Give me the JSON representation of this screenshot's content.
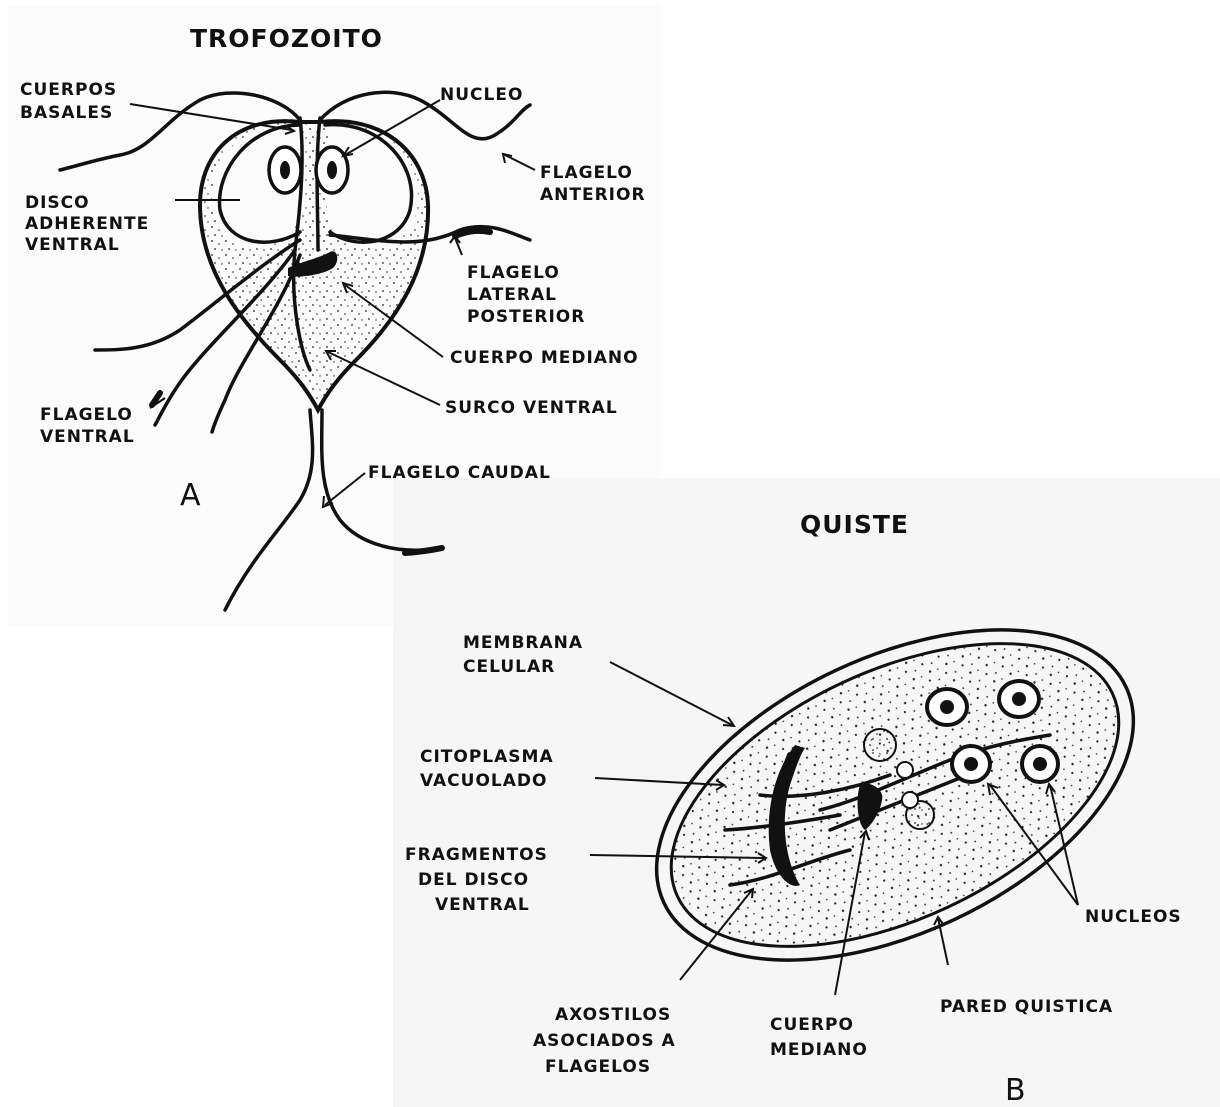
{
  "panel_a": {
    "title": "TROFOZOITO",
    "letter": "A",
    "labels": {
      "cuerpos_basales": [
        "CUERPOS",
        "BASALES"
      ],
      "nucleo": "NUCLEO",
      "flagelo_anterior": [
        "FLAGELO",
        "ANTERIOR"
      ],
      "disco_adherente": [
        "DISCO",
        "ADHERENTE",
        "VENTRAL"
      ],
      "flagelo_lateral": [
        "FLAGELO",
        "LATERAL",
        "POSTERIOR"
      ],
      "cuerpo_mediano": "CUERPO MEDIANO",
      "surco_ventral": "SURCO VENTRAL",
      "flagelo_ventral": [
        "FLAGELO",
        "VENTRAL"
      ],
      "flagelo_caudal": "FLAGELO CAUDAL"
    }
  },
  "panel_b": {
    "title": "QUISTE",
    "letter": "B",
    "labels": {
      "membrana_celular": [
        "MEMBRANA",
        "CELULAR"
      ],
      "citoplasma": [
        "CITOPLASMA",
        "VACUOLADO"
      ],
      "fragmentos": [
        "FRAGMENTOS",
        "DEL DISCO",
        "VENTRAL"
      ],
      "axostilos": [
        "AXOSTILOS",
        "ASOCIADOS A",
        "FLAGELOS"
      ],
      "cuerpo_mediano": [
        "CUERPO",
        "MEDIANO"
      ],
      "pared_quistica": "PARED QUISTICA",
      "nucleos": "NUCLEOS"
    }
  }
}
